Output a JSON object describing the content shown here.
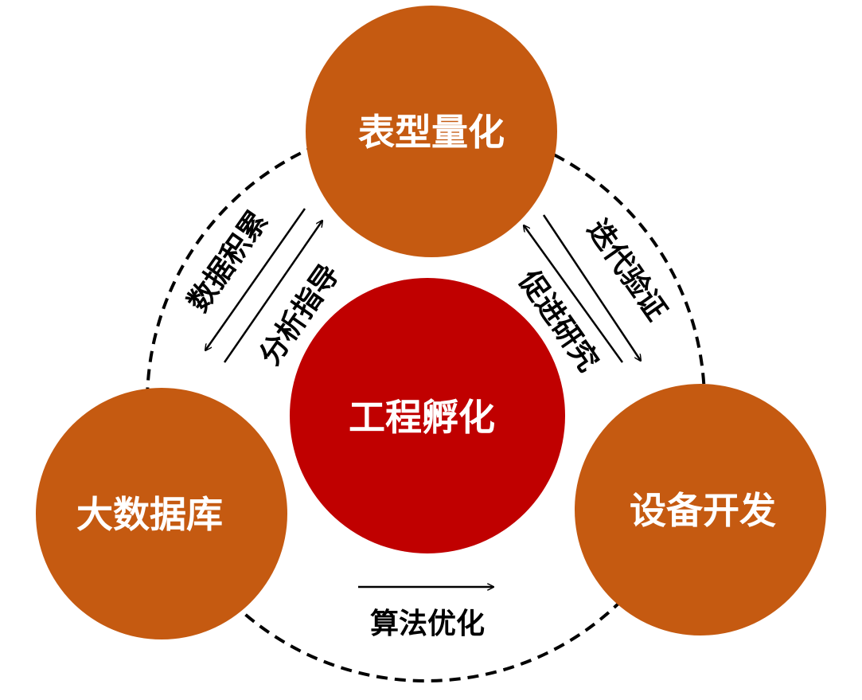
{
  "colors": {
    "node": "#c55a11",
    "center": "#c00000",
    "ring": "#000000",
    "text_on_node": "#ffffff",
    "arrow": "#000000"
  },
  "nodes": {
    "top": "表型量化",
    "left": "大数据库",
    "right": "设备开发",
    "center": "工程孵化"
  },
  "arrows": {
    "top_left_outer": "数据积累",
    "top_left_inner": "分析指导",
    "top_right_outer": "迭代验证",
    "top_right_inner": "促进研究",
    "bottom": "算法优化"
  }
}
